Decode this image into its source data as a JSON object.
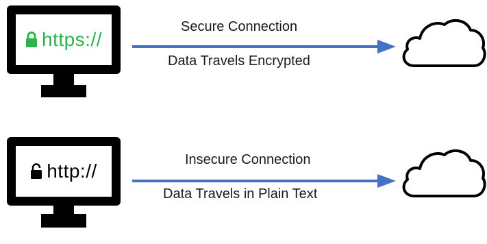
{
  "secure": {
    "scheme": "https://",
    "lock_state": "locked",
    "lock_icon": "lock-closed-icon",
    "scheme_color": "#2fb24c",
    "title": "Secure Connection",
    "description": "Data Travels Encrypted"
  },
  "insecure": {
    "scheme": "http://",
    "lock_state": "unlocked",
    "lock_icon": "lock-open-icon",
    "scheme_color": "#000000",
    "title": "Insecure Connection",
    "description": "Data Travels in Plain Text"
  },
  "arrow_color": "#4472c4",
  "cloud_icon": "cloud-icon"
}
